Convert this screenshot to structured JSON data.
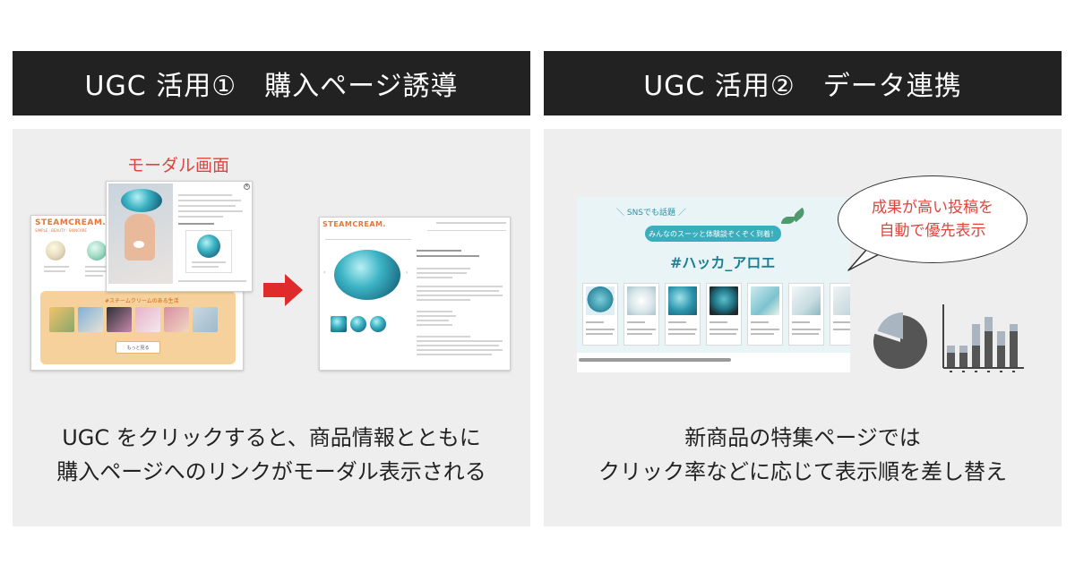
{
  "left": {
    "header": "UGC 活用①　購入ページ誘導",
    "modal_label": "モーダル画面",
    "logo": "STEAMCREAM.",
    "logo_sub": "SIMPLE · BEAUTY · SKINCARE",
    "ugc_box_title": "#スチームクリームのある生活",
    "more_button": "もっと見る",
    "caption_line1": "UGC をクリックすると、商品情報とともに",
    "caption_line2": "購入ページへのリンクがモーダル表示される"
  },
  "right": {
    "header": "UGC 活用②　データ連携",
    "sns_tag": "＼ SNSでも話題 ／",
    "ribbon": "みんなのスーッと体験談ぞくぞく到着！",
    "hashtag": "#ハッカ_アロエ",
    "bubble_line1": "成果が高い投稿を",
    "bubble_line2": "自動で優先表示",
    "caption_line1": "新商品の特集ページでは",
    "caption_line2": "クリック率などに応じて表示順を差し替え"
  },
  "chart_data": {
    "type": "bar",
    "categories": [],
    "series": [
      {
        "values": [
          2,
          2,
          3,
          5,
          3,
          5
        ]
      },
      {
        "values": [
          3,
          3,
          6,
          7,
          5,
          6
        ]
      }
    ],
    "pie": [
      0.8,
      0.2
    ]
  },
  "colors": {
    "header_bg": "#222222",
    "panel_bg": "#eeeeee",
    "accent_red": "#e0443c",
    "brand_orange": "#e8753a",
    "teal": "#39aebd"
  }
}
